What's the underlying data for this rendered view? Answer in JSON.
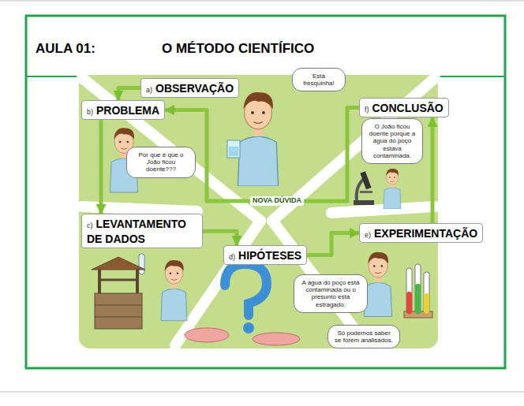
{
  "diagram": {
    "title": "O MÉTODO CIENTÍFICO",
    "nodes": [
      {
        "text": [
          "a)",
          "OBSERVAÇÃO"
        ]
      },
      {
        "text": [
          "b)",
          "PROBLEMA"
        ]
      },
      {
        "text": [
          "c)",
          "LEVANTAMENTO DE DADOS"
        ]
      },
      {
        "text": [
          "d)",
          "HIPÓTESES"
        ]
      },
      {
        "text": [
          "e)",
          "EXPERIMENTAÇÃO"
        ]
      },
      {
        "text": [
          "f)",
          "CONCLUSÃO"
        ]
      }
    ],
    "edges": [
      {
        "from": 0,
        "to": 1,
        "arrow": "to"
      },
      {
        "from": 1,
        "to": 2,
        "arrow": "to"
      },
      {
        "from": 2,
        "to": 3,
        "arrow": "to"
      },
      {
        "from": 3,
        "to": 4,
        "arrow": "to"
      },
      {
        "from": 4,
        "to": 5,
        "arrow": "to"
      },
      {
        "from": 5,
        "to": 1,
        "label": "NOVA DÚVIDA",
        "arrow": "to"
      }
    ],
    "labels": [
      "AULA 01:",
      "Está fresquinha!",
      "Por que é que o João ficou doente???",
      "A água do poço está contaminada ou o presunto está estragado.",
      "Só podemos saber se forem analisados.",
      "O João ficou doente porque a água do poço estava contaminada."
    ]
  }
}
